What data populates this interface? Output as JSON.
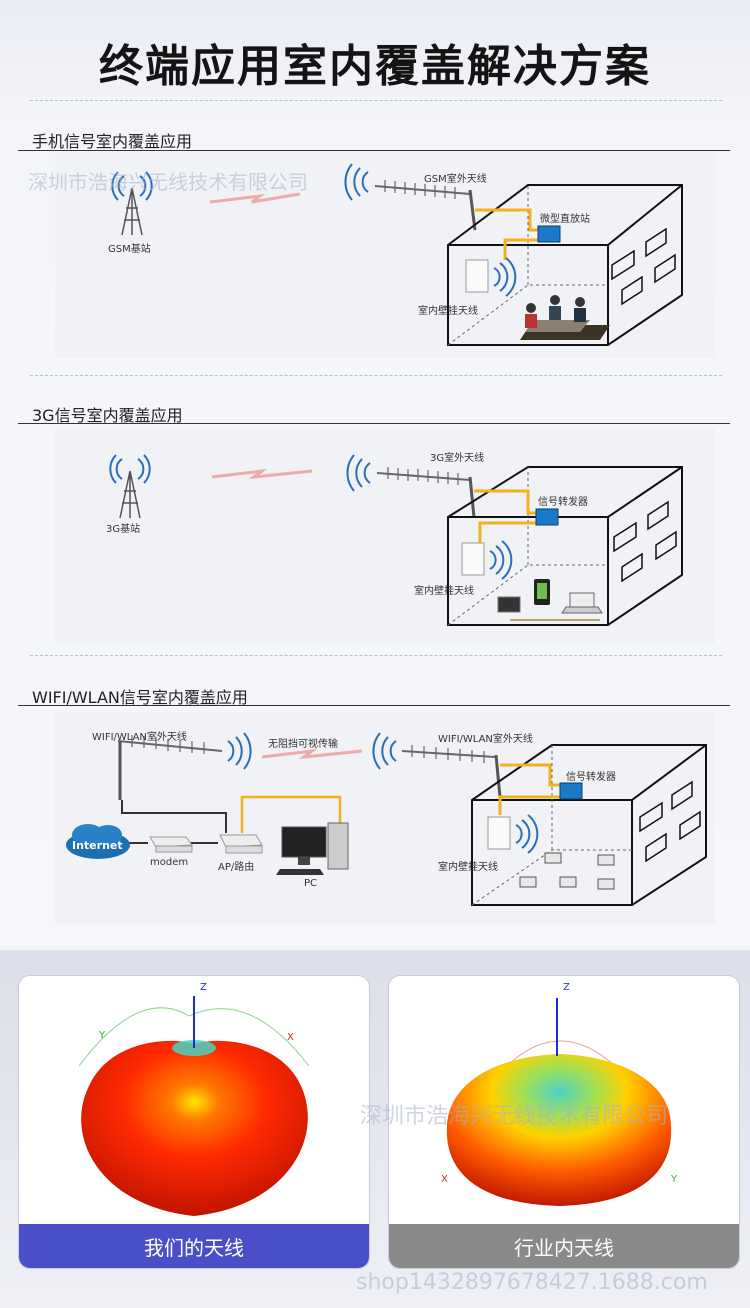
{
  "title": "终端应用室内覆盖解决方案",
  "watermark_company": "深圳市浩海兴无线技术有限公司",
  "watermark_shop": "shop1432897678427.1688.com",
  "section1": {
    "heading": "手机信号室内覆盖应用",
    "base_label": "GSM基站",
    "outdoor_label": "GSM室外天线",
    "repeater_label": "微型直放站",
    "indoor_label": "室内壁挂天线"
  },
  "section2": {
    "heading": "3G信号室内覆盖应用",
    "base_label": "3G基站",
    "outdoor_label": "3G室外天线",
    "repeater_label": "信号转发器",
    "indoor_label": "室内壁挂天线"
  },
  "section3": {
    "heading": "WIFI/WLAN信号室内覆盖应用",
    "left_antenna_label": "WIFI/WLAN室外天线",
    "link_label": "无阻挡可视传输",
    "right_antenna_label": "WIFI/WLAN室外天线",
    "repeater_label": "信号转发器",
    "indoor_label": "室内壁挂天线",
    "internet_label": "Internet",
    "modem_label": "modem",
    "ap_label": "AP/路由",
    "pc_label": "PC"
  },
  "compare": {
    "left_caption": "我们的天线",
    "right_caption": "行业内天线",
    "axis_z": "Z",
    "axis_x": "X",
    "axis_y": "Y"
  },
  "colors": {
    "left_band": "#4a4fc7",
    "right_band": "#8a8a8a",
    "cable": "#f2b21d",
    "repeater": "#1a79c9",
    "signal_arc": "#2a6fb8"
  }
}
